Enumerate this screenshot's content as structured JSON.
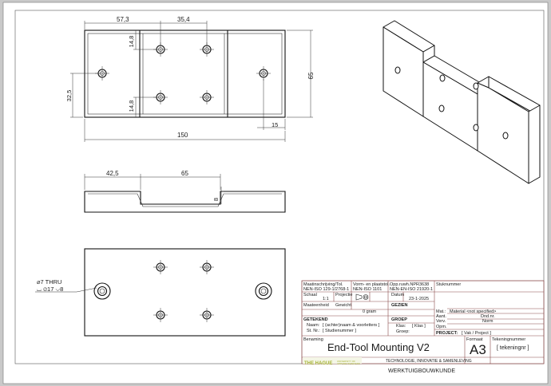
{
  "colors": {
    "sheet": "#ffffff",
    "background": "#c9c9c9",
    "line": "#111111",
    "titleblock_border": "#8a4b4b",
    "logo_green": "#a8b43a",
    "logo_bg": "#f4f6e6"
  },
  "top_view": {
    "dims": {
      "d57_3": "57,3",
      "d35_4": "35,4",
      "d14_8_top": "14,8",
      "d32_5": "32,5",
      "d14_8_bot": "14,8",
      "d65": "65",
      "d15": "15",
      "d150": "150"
    }
  },
  "front_view": {
    "dims": {
      "d42_5": "42,5",
      "d65": "65",
      "d8": "8"
    }
  },
  "bottom_view": {
    "hole_callout": {
      "line1": "⌀7 THRU",
      "line2": "⌴ ⌀17 ⌵8"
    }
  },
  "title_block": {
    "maat_label": "Maatinschrijving/Tol.",
    "maat_value": "NEN-ISO 129-1/2768-1",
    "vorm_label": "Vorm- en plaatstol.",
    "vorm_value": "NEN-ISO 1101",
    "opp_label": "Opp.ruwh.NPR3638",
    "opp_value": "NEN-EN-ISO 21920-1",
    "stuk_label": "Stuknummer",
    "schaal_label": "Schaal",
    "schaal_value": "1:1",
    "projectie_label": "Projectie",
    "datum_label": "Datum",
    "datum_value": "23-1-2025",
    "maateenheid_label": "Maateenheid",
    "gewicht_label": "Gewicht",
    "gewicht_value": "0 gram",
    "getekend_label": "GETEKEND",
    "naam_label": "Naam:",
    "naam_value": "[ (achter)naam & voorletters ]",
    "stnr_label": "St. Nr.:",
    "stnr_value": "[ Studienummer ]",
    "gezien_label": "GEZIEN",
    "groep_label": "GROEP",
    "klas_label": "Klas:",
    "klas_value": "[ Klas ]",
    "groep_value_label": "Groep:",
    "mat_label": "Mat.:",
    "mat_value": "Material <not specified>",
    "aant_label": "Aant.",
    "dnd_label": "Dnd.nr.",
    "verv_label": "Verv.",
    "norm_label": "Norm",
    "opm_label": "Opm.",
    "project_label": "PROJECT:",
    "project_value": "[ Vak / Project ]",
    "benaming_label": "Benaming",
    "benaming_value": "End-Tool Mounting V2",
    "logo_main": "THE HAGUE",
    "logo_sub1": "UNIVERSITY OF",
    "logo_sub2": "APPLIED SCIENCES",
    "faculty": "TECHNOLOGIE, INNOVATIE & SAMENLEVING",
    "department": "WERKTUIGBOUWKUNDE",
    "formaat_label": "Formaat",
    "formaat_value": "A3",
    "tekeningnummer_label": "Tekeningnummer",
    "tekeningnummer_value": "[ tekeningnr ]"
  }
}
